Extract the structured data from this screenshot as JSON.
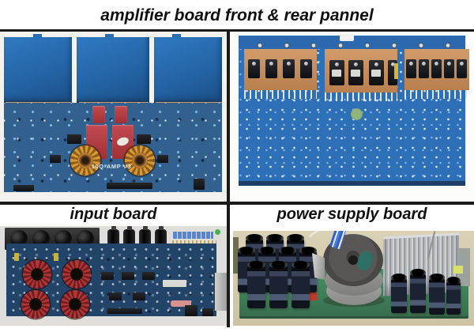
{
  "header": {
    "title": "amplifier board front & rear pannel"
  },
  "panels": {
    "front_board": {
      "description": "amplifier board front panel photo",
      "silkscreen": "10Q-AMP V3"
    },
    "rear_board": {
      "description": "amplifier board rear panel photo"
    },
    "input_board": {
      "label": "input board"
    },
    "power_supply_board": {
      "label": "power supply board"
    }
  },
  "colors": {
    "divider_line": "#1a1a1a",
    "front_pcb_blue": "#32608f",
    "heatsink_blue": "#2465a6",
    "rear_pcb_blue": "#2e70b8",
    "input_pcb_navy": "#224469",
    "psu_pcb_green": "#3e7d57",
    "capacitor_red": "#b13a40",
    "toroid_red": "#b23538",
    "toroid_yellow": "#d99b2f",
    "copper": "#c48a58",
    "psu_background_tan": "#d3c9ab"
  }
}
